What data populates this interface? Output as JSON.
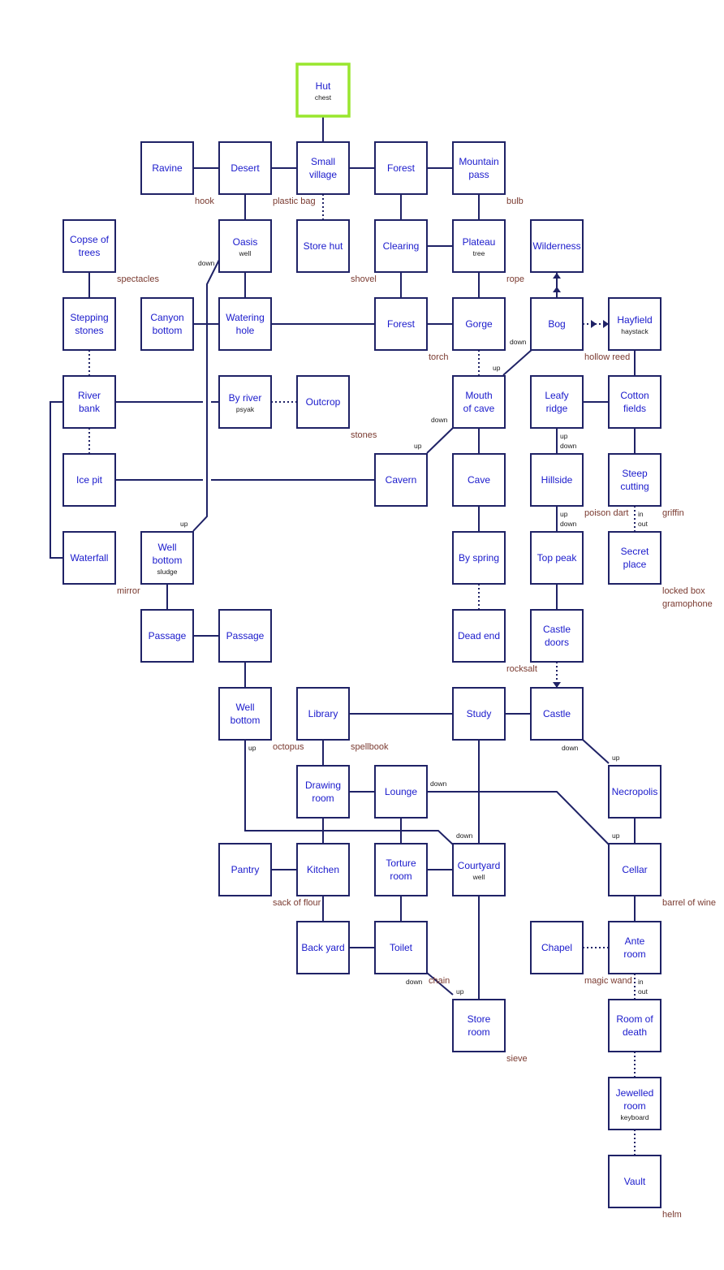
{
  "colors": {
    "line": "#1f2266",
    "room_text": "#1a1acc",
    "item_text": "#7a3a30",
    "start_border": "#99e62e"
  },
  "rooms": [
    {
      "id": "hut",
      "lines": [
        "Hut"
      ],
      "sub": "chest",
      "start": true
    },
    {
      "id": "ravine",
      "lines": [
        "Ravine"
      ]
    },
    {
      "id": "desert",
      "lines": [
        "Desert"
      ]
    },
    {
      "id": "small-village",
      "lines": [
        "Small",
        "village"
      ]
    },
    {
      "id": "forest-1",
      "lines": [
        "Forest"
      ]
    },
    {
      "id": "mountain-pass",
      "lines": [
        "Mountain",
        "pass"
      ]
    },
    {
      "id": "copse",
      "lines": [
        "Copse of",
        "trees"
      ]
    },
    {
      "id": "oasis",
      "lines": [
        "Oasis"
      ],
      "sub": "well"
    },
    {
      "id": "store-hut",
      "lines": [
        "Store hut"
      ]
    },
    {
      "id": "clearing",
      "lines": [
        "Clearing"
      ]
    },
    {
      "id": "plateau",
      "lines": [
        "Plateau"
      ],
      "sub": "tree"
    },
    {
      "id": "wilderness",
      "lines": [
        "Wilderness"
      ]
    },
    {
      "id": "stepping-stones",
      "lines": [
        "Stepping",
        "stones"
      ]
    },
    {
      "id": "canyon-bottom",
      "lines": [
        "Canyon",
        "bottom"
      ]
    },
    {
      "id": "watering-hole",
      "lines": [
        "Watering",
        "hole"
      ]
    },
    {
      "id": "forest-2",
      "lines": [
        "Forest"
      ]
    },
    {
      "id": "gorge",
      "lines": [
        "Gorge"
      ]
    },
    {
      "id": "bog",
      "lines": [
        "Bog"
      ]
    },
    {
      "id": "hayfield",
      "lines": [
        "Hayfield"
      ],
      "sub": "haystack"
    },
    {
      "id": "river-bank",
      "lines": [
        "River",
        "bank"
      ]
    },
    {
      "id": "by-river",
      "lines": [
        "By river"
      ],
      "sub": "psyak"
    },
    {
      "id": "outcrop",
      "lines": [
        "Outcrop"
      ]
    },
    {
      "id": "mouth-of-cave",
      "lines": [
        "Mouth",
        "of cave"
      ]
    },
    {
      "id": "leafy-ridge",
      "lines": [
        "Leafy",
        "ridge"
      ]
    },
    {
      "id": "cotton-fields",
      "lines": [
        "Cotton",
        "fields"
      ]
    },
    {
      "id": "ice-pit",
      "lines": [
        "Ice pit"
      ]
    },
    {
      "id": "cavern",
      "lines": [
        "Cavern"
      ]
    },
    {
      "id": "cave",
      "lines": [
        "Cave"
      ]
    },
    {
      "id": "hillside",
      "lines": [
        "Hillside"
      ]
    },
    {
      "id": "steep-cutting",
      "lines": [
        "Steep",
        "cutting"
      ]
    },
    {
      "id": "waterfall",
      "lines": [
        "Waterfall"
      ]
    },
    {
      "id": "well-bottom-1",
      "lines": [
        "Well",
        "bottom"
      ],
      "sub": "sludge"
    },
    {
      "id": "by-spring",
      "lines": [
        "By spring"
      ]
    },
    {
      "id": "top-peak",
      "lines": [
        "Top peak"
      ]
    },
    {
      "id": "secret-place",
      "lines": [
        "Secret",
        "place"
      ]
    },
    {
      "id": "passage-1",
      "lines": [
        "Passage"
      ]
    },
    {
      "id": "passage-2",
      "lines": [
        "Passage"
      ]
    },
    {
      "id": "dead-end",
      "lines": [
        "Dead end"
      ]
    },
    {
      "id": "castle-doors",
      "lines": [
        "Castle",
        "doors"
      ]
    },
    {
      "id": "well-bottom-2",
      "lines": [
        "Well",
        "bottom"
      ]
    },
    {
      "id": "library",
      "lines": [
        "Library"
      ]
    },
    {
      "id": "study",
      "lines": [
        "Study"
      ]
    },
    {
      "id": "castle",
      "lines": [
        "Castle"
      ]
    },
    {
      "id": "drawing-room",
      "lines": [
        "Drawing",
        "room"
      ]
    },
    {
      "id": "lounge",
      "lines": [
        "Lounge"
      ]
    },
    {
      "id": "necropolis",
      "lines": [
        "Necropolis"
      ]
    },
    {
      "id": "pantry",
      "lines": [
        "Pantry"
      ]
    },
    {
      "id": "kitchen",
      "lines": [
        "Kitchen"
      ]
    },
    {
      "id": "torture-room",
      "lines": [
        "Torture",
        "room"
      ]
    },
    {
      "id": "courtyard",
      "lines": [
        "Courtyard"
      ],
      "sub": "well"
    },
    {
      "id": "cellar",
      "lines": [
        "Cellar"
      ]
    },
    {
      "id": "back-yard",
      "lines": [
        "Back yard"
      ]
    },
    {
      "id": "toilet",
      "lines": [
        "Toilet"
      ]
    },
    {
      "id": "chapel",
      "lines": [
        "Chapel"
      ]
    },
    {
      "id": "ante-room",
      "lines": [
        "Ante",
        "room"
      ]
    },
    {
      "id": "store-room",
      "lines": [
        "Store",
        "room"
      ]
    },
    {
      "id": "room-of-death",
      "lines": [
        "Room of",
        "death"
      ]
    },
    {
      "id": "jewelled-room",
      "lines": [
        "Jewelled",
        "room"
      ],
      "sub": "keyboard"
    },
    {
      "id": "vault",
      "lines": [
        "Vault"
      ]
    }
  ],
  "connections": [
    {
      "a": "hut",
      "b": "small-village"
    },
    {
      "a": "ravine",
      "b": "desert"
    },
    {
      "a": "desert",
      "b": "small-village"
    },
    {
      "a": "small-village",
      "b": "forest-1"
    },
    {
      "a": "forest-1",
      "b": "mountain-pass"
    },
    {
      "a": "desert",
      "b": "oasis"
    },
    {
      "a": "small-village",
      "b": "store-hut",
      "style": "dotted"
    },
    {
      "a": "forest-1",
      "b": "clearing"
    },
    {
      "a": "mountain-pass",
      "b": "plateau"
    },
    {
      "a": "clearing",
      "b": "plateau"
    },
    {
      "a": "copse",
      "b": "stepping-stones"
    },
    {
      "a": "oasis",
      "b": "watering-hole"
    },
    {
      "a": "clearing",
      "b": "forest-2"
    },
    {
      "a": "plateau",
      "b": "gorge"
    },
    {
      "a": "canyon-bottom",
      "b": "watering-hole"
    },
    {
      "a": "watering-hole",
      "b": "forest-2"
    },
    {
      "a": "forest-2",
      "b": "gorge"
    },
    {
      "a": "stepping-stones",
      "b": "river-bank",
      "style": "dotted"
    },
    {
      "a": "gorge",
      "b": "mouth-of-cave",
      "style": "dotted"
    },
    {
      "a": "hayfield",
      "b": "cotton-fields"
    },
    {
      "a": "river-bank",
      "b": "by-river"
    },
    {
      "a": "by-river",
      "b": "outcrop",
      "style": "dotted"
    },
    {
      "a": "leafy-ridge",
      "b": "cotton-fields"
    },
    {
      "a": "river-bank",
      "b": "ice-pit",
      "style": "dotted"
    },
    {
      "a": "mouth-of-cave",
      "b": "cave"
    },
    {
      "a": "leafy-ridge",
      "b": "hillside"
    },
    {
      "a": "cotton-fields",
      "b": "steep-cutting"
    },
    {
      "a": "ice-pit",
      "b": "cavern"
    },
    {
      "a": "cave",
      "b": "by-spring"
    },
    {
      "a": "hillside",
      "b": "top-peak"
    },
    {
      "a": "steep-cutting",
      "b": "secret-place",
      "style": "dotted"
    },
    {
      "a": "well-bottom-1",
      "b": "passage-1"
    },
    {
      "a": "passage-1",
      "b": "passage-2"
    },
    {
      "a": "by-spring",
      "b": "dead-end",
      "style": "dotted"
    },
    {
      "a": "top-peak",
      "b": "castle-doors"
    },
    {
      "a": "passage-2",
      "b": "well-bottom-2"
    },
    {
      "a": "library",
      "b": "study"
    },
    {
      "a": "study",
      "b": "castle"
    },
    {
      "a": "library",
      "b": "drawing-room"
    },
    {
      "a": "drawing-room",
      "b": "lounge"
    },
    {
      "a": "drawing-room",
      "b": "kitchen"
    },
    {
      "a": "lounge",
      "b": "torture-room"
    },
    {
      "a": "study",
      "b": "courtyard"
    },
    {
      "a": "necropolis",
      "b": "cellar"
    },
    {
      "a": "pantry",
      "b": "kitchen"
    },
    {
      "a": "torture-room",
      "b": "courtyard"
    },
    {
      "a": "kitchen",
      "b": "back-yard"
    },
    {
      "a": "torture-room",
      "b": "toilet"
    },
    {
      "a": "back-yard",
      "b": "toilet"
    },
    {
      "a": "courtyard",
      "b": "store-room"
    },
    {
      "a": "cellar",
      "b": "ante-room"
    },
    {
      "a": "chapel",
      "b": "ante-room",
      "style": "dotted"
    },
    {
      "a": "ante-room",
      "b": "room-of-death",
      "style": "dotted"
    },
    {
      "a": "room-of-death",
      "b": "jewelled-room",
      "style": "dotted"
    },
    {
      "a": "jewelled-room",
      "b": "vault",
      "style": "dotted"
    },
    {
      "a": "river-bank",
      "b": "waterfall",
      "style": "path"
    },
    {
      "a": "oasis",
      "b": "well-bottom-1",
      "style": "path"
    },
    {
      "a": "mouth-of-cave",
      "b": "bog",
      "style": "path"
    },
    {
      "a": "mouth-of-cave",
      "b": "cavern",
      "style": "path"
    },
    {
      "a": "toilet",
      "b": "store-room",
      "style": "path"
    },
    {
      "a": "castle",
      "b": "necropolis",
      "style": "path"
    },
    {
      "a": "well-bottom-2",
      "b": "courtyard",
      "style": "path"
    },
    {
      "a": "lounge",
      "b": "cellar",
      "style": "path"
    },
    {
      "a": "bog",
      "b": "wilderness",
      "style": "arrow"
    },
    {
      "a": "bog",
      "b": "hayfield",
      "style": "arrow-dotted"
    },
    {
      "a": "castle-doors",
      "b": "castle",
      "style": "arrow-dotted"
    }
  ],
  "items": [
    {
      "id": "hook",
      "text": "hook"
    },
    {
      "id": "plastic-bag",
      "text": "plastic bag"
    },
    {
      "id": "bulb",
      "text": "bulb"
    },
    {
      "id": "spectacles",
      "text": "spectacles"
    },
    {
      "id": "shovel",
      "text": "shovel"
    },
    {
      "id": "rope",
      "text": "rope"
    },
    {
      "id": "torch",
      "text": "torch"
    },
    {
      "id": "hollow-reed",
      "text": "hollow reed"
    },
    {
      "id": "stones",
      "text": "stones"
    },
    {
      "id": "poison-dart",
      "text": "poison dart"
    },
    {
      "id": "griffin",
      "text": "griffin"
    },
    {
      "id": "mirror",
      "text": "mirror"
    },
    {
      "id": "locked-box",
      "text": "locked box"
    },
    {
      "id": "gramophone",
      "text": "gramophone"
    },
    {
      "id": "rocksalt",
      "text": "rocksalt"
    },
    {
      "id": "octopus",
      "text": "octopus"
    },
    {
      "id": "spellbook",
      "text": "spellbook"
    },
    {
      "id": "sack-of-flour",
      "text": "sack of flour"
    },
    {
      "id": "barrel-of-wine",
      "text": "barrel of wine"
    },
    {
      "id": "chain",
      "text": "chain"
    },
    {
      "id": "magic-wand",
      "text": "magic wand"
    },
    {
      "id": "sieve",
      "text": "sieve"
    },
    {
      "id": "helm",
      "text": "helm"
    }
  ],
  "directions": [
    {
      "id": "down-oasis",
      "text": "down"
    },
    {
      "id": "down-bog",
      "text": "down"
    },
    {
      "id": "up-gorge",
      "text": "up"
    },
    {
      "id": "down-mouth",
      "text": "down"
    },
    {
      "id": "up-cavern",
      "text": "up"
    },
    {
      "id": "up-leafy",
      "text": "up"
    },
    {
      "id": "down-hillside-top",
      "text": "down"
    },
    {
      "id": "up-hillside",
      "text": "up"
    },
    {
      "id": "down-top-peak",
      "text": "down"
    },
    {
      "id": "in-steep",
      "text": "in"
    },
    {
      "id": "out-secret",
      "text": "out"
    },
    {
      "id": "up-well-bottom-1",
      "text": "up"
    },
    {
      "id": "up-well-bottom-2",
      "text": "up"
    },
    {
      "id": "down-castle",
      "text": "down"
    },
    {
      "id": "up-necropolis",
      "text": "up"
    },
    {
      "id": "down-lounge",
      "text": "down"
    },
    {
      "id": "down-courtyard",
      "text": "down"
    },
    {
      "id": "up-cellar",
      "text": "up"
    },
    {
      "id": "down-toilet",
      "text": "down"
    },
    {
      "id": "up-store-room",
      "text": "up"
    },
    {
      "id": "in-ante",
      "text": "in"
    },
    {
      "id": "out-death",
      "text": "out"
    }
  ]
}
